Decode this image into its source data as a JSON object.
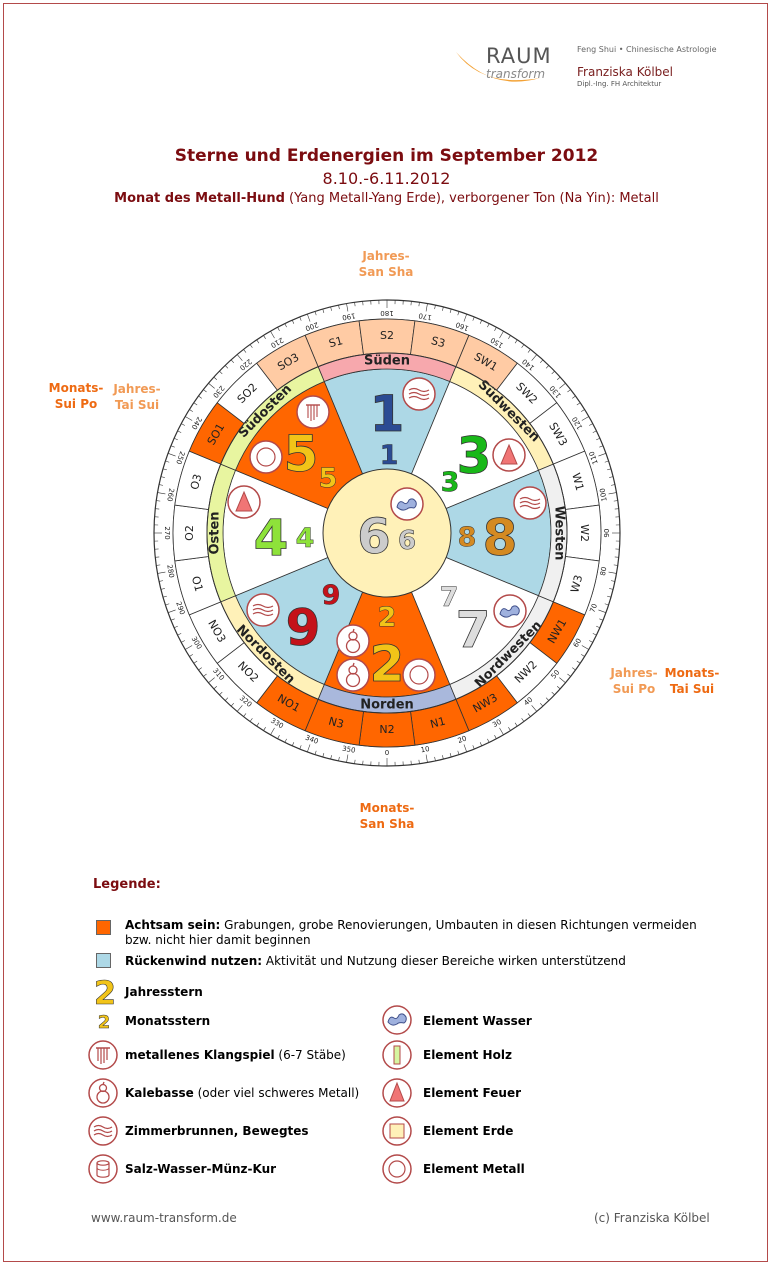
{
  "logo": {
    "brand_top": "RAUM",
    "brand_bottom": "transform",
    "tagline": "Feng Shui • Chinesische Astrologie",
    "name": "Franziska Kölbel",
    "subtitle": "Dipl.-Ing. FH Architektur"
  },
  "header": {
    "title": "Sterne und Erdenergien im September 2012",
    "dates": "8.10.-6.11.2012",
    "month_bold": "Monat des Metall-Hund",
    "month_rest": " (Yang Metall-Yang Erde), verborgener Ton (Na Yin): Metall"
  },
  "annotations": {
    "jahres_san_sha": [
      "Jahres-",
      "San Sha"
    ],
    "monats_sui_po_left": [
      "Monats-",
      "Sui Po"
    ],
    "jahres_tai_sui_left": [
      "Jahres-",
      "Tai Sui"
    ],
    "jahres_sui_po_right": [
      "Jahres-",
      "Sui Po"
    ],
    "monats_tai_sui_right": [
      "Monats-",
      "Tai Sui"
    ],
    "monats_san_sha": [
      "Monats-",
      "San Sha"
    ]
  },
  "compass": {
    "directions": [
      "Süden",
      "Südwesten",
      "Westen",
      "Nordwesten",
      "Norden",
      "Nordosten",
      "Osten",
      "Südosten"
    ],
    "mountains": [
      "S1",
      "S2",
      "S3",
      "SW1",
      "SW2",
      "SW3",
      "W1",
      "W2",
      "W3",
      "NW1",
      "NW2",
      "NW3",
      "N1",
      "N2",
      "N3",
      "NO1",
      "NO2",
      "NO3",
      "O1",
      "O2",
      "O3",
      "SO1",
      "SO2",
      "SO3"
    ],
    "degree_labels": [
      "0",
      "10",
      "20",
      "30",
      "40",
      "50",
      "60",
      "70",
      "80",
      "90",
      "100",
      "110",
      "120",
      "130",
      "140",
      "150",
      "160",
      "170",
      "180",
      "190",
      "200",
      "210",
      "220",
      "230",
      "240",
      "250",
      "260",
      "270",
      "280",
      "290",
      "300",
      "310",
      "320",
      "330",
      "340",
      "350"
    ],
    "center_year_star": "6",
    "center_month_star": "6",
    "palaces": [
      {
        "dir": "Süden",
        "year_star": "1",
        "month_star": "1",
        "year_color": "#2b4b93",
        "month_color": "#2b4b93"
      },
      {
        "dir": "Südwesten",
        "year_star": "3",
        "month_star": "3",
        "year_color": "#19b819",
        "month_color": "#19b819"
      },
      {
        "dir": "Westen",
        "year_star": "8",
        "month_star": "8",
        "year_color": "#d48a22",
        "month_color": "#d48a22"
      },
      {
        "dir": "Nordwesten",
        "year_star": "7",
        "month_star": "7",
        "year_color": "#dddddd",
        "month_color": "#dddddd"
      },
      {
        "dir": "Norden",
        "year_star": "2",
        "month_star": "2",
        "year_color": "#f2c418",
        "month_color": "#f2c418"
      },
      {
        "dir": "Nordosten",
        "year_star": "9",
        "month_star": "9",
        "year_color": "#c4121a",
        "month_color": "#c4121a"
      },
      {
        "dir": "Osten",
        "year_star": "4",
        "month_star": "4",
        "year_color": "#8ee23a",
        "month_color": "#8ee23a"
      },
      {
        "dir": "Südosten",
        "year_star": "5",
        "month_star": "5",
        "year_color": "#f2c418",
        "month_color": "#f2c418"
      }
    ]
  },
  "colors": {
    "caution": "#ff6600",
    "support": "#add8e6",
    "neutral": "#ffffff",
    "south_band": "#f7a8ad",
    "north_band": "#a9b8dc",
    "east_band": "#e8f5a0",
    "southeast_band": "#e8f5a0",
    "southwest_band": "#fff1b8",
    "northeast_band": "#fff1b8",
    "west_band": "#f0f0f0",
    "northwest_band": "#f0f0f0",
    "peach": "#ffcba4",
    "center": "#fff1b8"
  },
  "legend": {
    "title": "Legende:",
    "items": [
      {
        "bold": "Achtsam sein:",
        "text": " Grabungen, grobe Renovierungen, Umbauten in diesen Richtungen vermeiden",
        "text2": "bzw. nicht hier damit beginnen"
      },
      {
        "bold": "Rückenwind nutzen:",
        "text": " Aktivität und Nutzung dieser Bereiche wirken unterstützend"
      },
      {
        "bold": "Jahresstern",
        "text": ""
      },
      {
        "bold": "Monatsstern",
        "text": ""
      },
      {
        "bold": "metallenes Klangspiel",
        "text": " (6-7 Stäbe)"
      },
      {
        "bold": "Kalebasse",
        "text": " (oder viel schweres Metall)"
      },
      {
        "bold": "Zimmerbrunnen, Bewegtes",
        "text": ""
      },
      {
        "bold": "Salz-Wasser-Münz-Kur",
        "text": ""
      },
      {
        "bold": "Element Wasser",
        "text": ""
      },
      {
        "bold": "Element Holz",
        "text": ""
      },
      {
        "bold": "Element Feuer",
        "text": ""
      },
      {
        "bold": "Element Erde",
        "text": ""
      },
      {
        "bold": "Element Metall",
        "text": ""
      }
    ],
    "star_year_sample": "2",
    "star_month_sample": "2"
  },
  "footer": {
    "website": "www.raum-transform.de",
    "copyright": "(c) Franziska Kölbel"
  }
}
